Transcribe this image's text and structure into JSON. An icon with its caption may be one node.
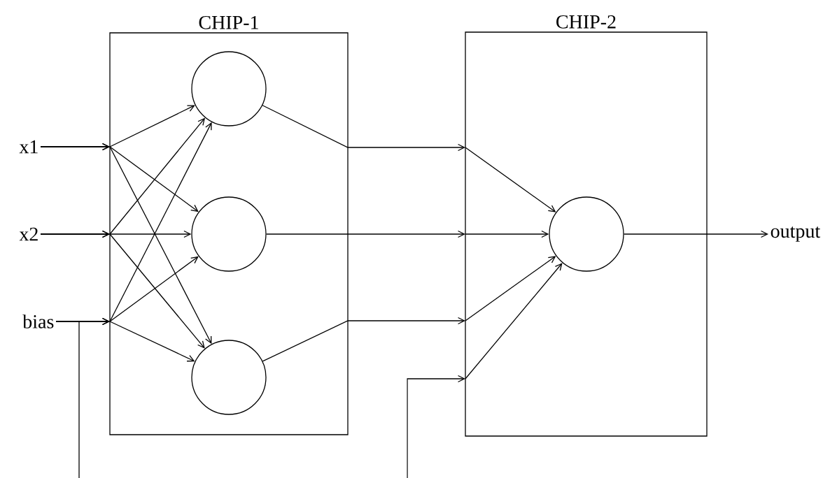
{
  "diagram": {
    "nodes": [
      {
        "text": [
          "x1"
        ]
      },
      {
        "text": [
          "x2"
        ]
      },
      {
        "text": [
          "bias"
        ]
      },
      {
        "text": [
          "CHIP-1"
        ]
      },
      {
        "text": [],
        "shape": "circle",
        "in": 3
      },
      {
        "text": [],
        "shape": "circle",
        "in": 3
      },
      {
        "text": [],
        "shape": "circle",
        "in": 3
      },
      {
        "text": [
          "CHIP-2"
        ]
      },
      {
        "text": [],
        "shape": "circle",
        "in": 7
      },
      {
        "text": [
          "output"
        ]
      }
    ],
    "edges": [
      {
        "from": 0,
        "to": 4,
        "arrow": "to"
      },
      {
        "from": 0,
        "to": 5,
        "arrow": "to"
      },
      {
        "from": 0,
        "to": 6,
        "arrow": "to"
      },
      {
        "from": 1,
        "to": 4,
        "arrow": "to"
      },
      {
        "from": 1,
        "to": 5,
        "arrow": "to"
      },
      {
        "from": 1,
        "to": 6,
        "arrow": "to"
      },
      {
        "from": 2,
        "to": 4,
        "arrow": "to"
      },
      {
        "from": 2,
        "to": 5,
        "arrow": "to"
      },
      {
        "from": 2,
        "to": 6,
        "arrow": "to"
      },
      {
        "from": 4,
        "to": 8,
        "arrow": "to"
      },
      {
        "from": 5,
        "to": 8,
        "arrow": "to"
      },
      {
        "from": 6,
        "to": 8,
        "arrow": "to"
      },
      {
        "from": 8,
        "to": 9,
        "arrow": "to"
      },
      {
        "from": 2,
        "to": null,
        "arrow": "none"
      },
      {
        "from": null,
        "to": 8,
        "arrow": "to"
      }
    ]
  }
}
